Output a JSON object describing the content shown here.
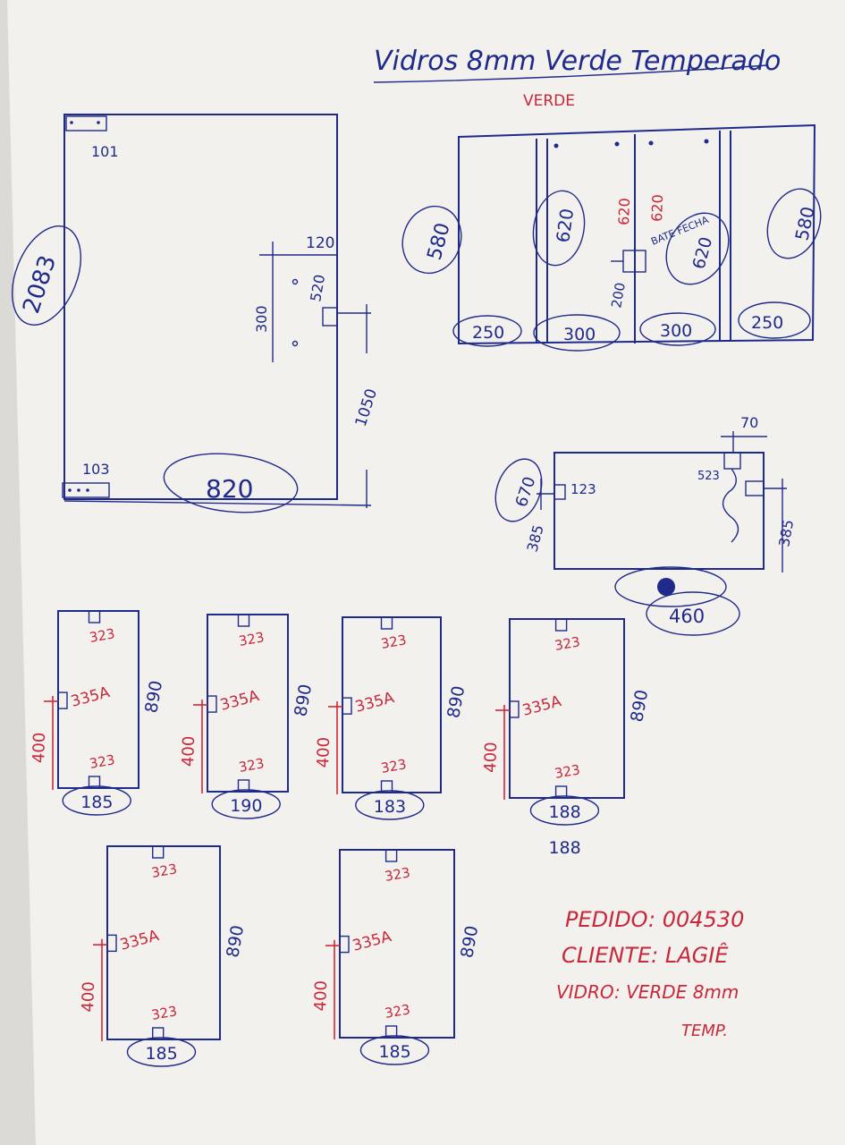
{
  "colors": {
    "blue_ink": "#1f2a8a",
    "red_ink": "#c8283a",
    "paper": "#f2f1ee"
  },
  "header": {
    "title": "Vidros 8mm Verde Temperado",
    "subtitle": "VERDE"
  },
  "door": {
    "corner_top": "101",
    "corner_bottom": "103",
    "height": "2083",
    "width": "820",
    "dim_120": "120",
    "dim_520": "520",
    "dim_300": "300",
    "dim_1050": "1050"
  },
  "panel": {
    "h_left": "580",
    "h_mid": "620",
    "h_right": "580",
    "v620a": "620",
    "v620b": "620",
    "bate": "BATE FECHA",
    "c620": "620",
    "dim200": "200",
    "w1": "250",
    "w2": "300",
    "w3": "300",
    "w4": "250"
  },
  "medium": {
    "d70": "70",
    "d670": "670",
    "d123": "123",
    "d523": "523",
    "d385l": "385",
    "d385r": "385",
    "w460": "460"
  },
  "small": [
    {
      "t323": "323",
      "m335": "335A",
      "b323": "323",
      "w": "185",
      "h": "890",
      "d400": "400"
    },
    {
      "t323": "323",
      "m335": "335A",
      "b323": "323",
      "w": "190",
      "h": "890",
      "d400": "400"
    },
    {
      "t323": "323",
      "m335": "335A",
      "b323": "323",
      "w": "183",
      "h": "890",
      "d400": "400"
    },
    {
      "t323": "323",
      "m335": "335A",
      "b323": "323",
      "w": "188",
      "h": "890",
      "d400": "400",
      "extra": "188"
    },
    {
      "t323": "323",
      "m335": "335A",
      "b323": "323",
      "w": "185",
      "h": "890",
      "d400": "400"
    },
    {
      "t323": "323",
      "m335": "335A",
      "b323": "323",
      "w": "185",
      "h": "890",
      "d400": "400"
    }
  ],
  "order": {
    "pedido": "PEDIDO: 004530",
    "cliente": "CLIENTE: LAGIÊ",
    "vidro": "VIDRO: VERDE 8mm",
    "temp": "TEMP."
  }
}
